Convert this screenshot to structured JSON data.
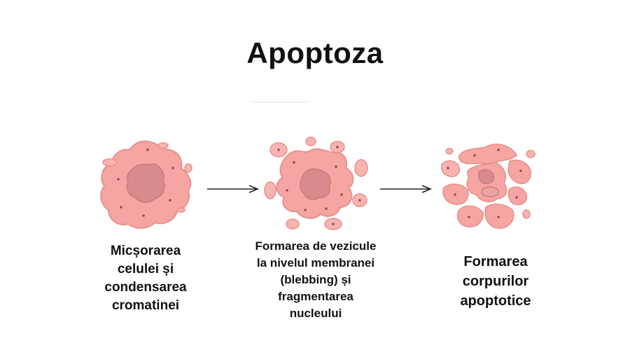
{
  "title": "Apoptoza",
  "colors": {
    "cytoplasm": "#f5a6a2",
    "cytoplasm_light": "#f9c6c2",
    "cell_outline": "#e9908c",
    "nucleus": "#d98a8c",
    "nucleus_light": "#e9a4a4",
    "dots": "#9e4a54",
    "arrow": "#222222"
  },
  "stages": [
    {
      "caption_lines": [
        "Micșorarea",
        "celulei și",
        "condensarea",
        "cromatinei"
      ]
    },
    {
      "caption_lines": [
        "Formarea de vezicule",
        "la nivelul membranei",
        "(blebbing) și",
        "fragmentarea",
        "nucleului"
      ]
    },
    {
      "caption_lines": [
        "Formarea",
        "corpurilor",
        "apoptotice"
      ]
    }
  ]
}
